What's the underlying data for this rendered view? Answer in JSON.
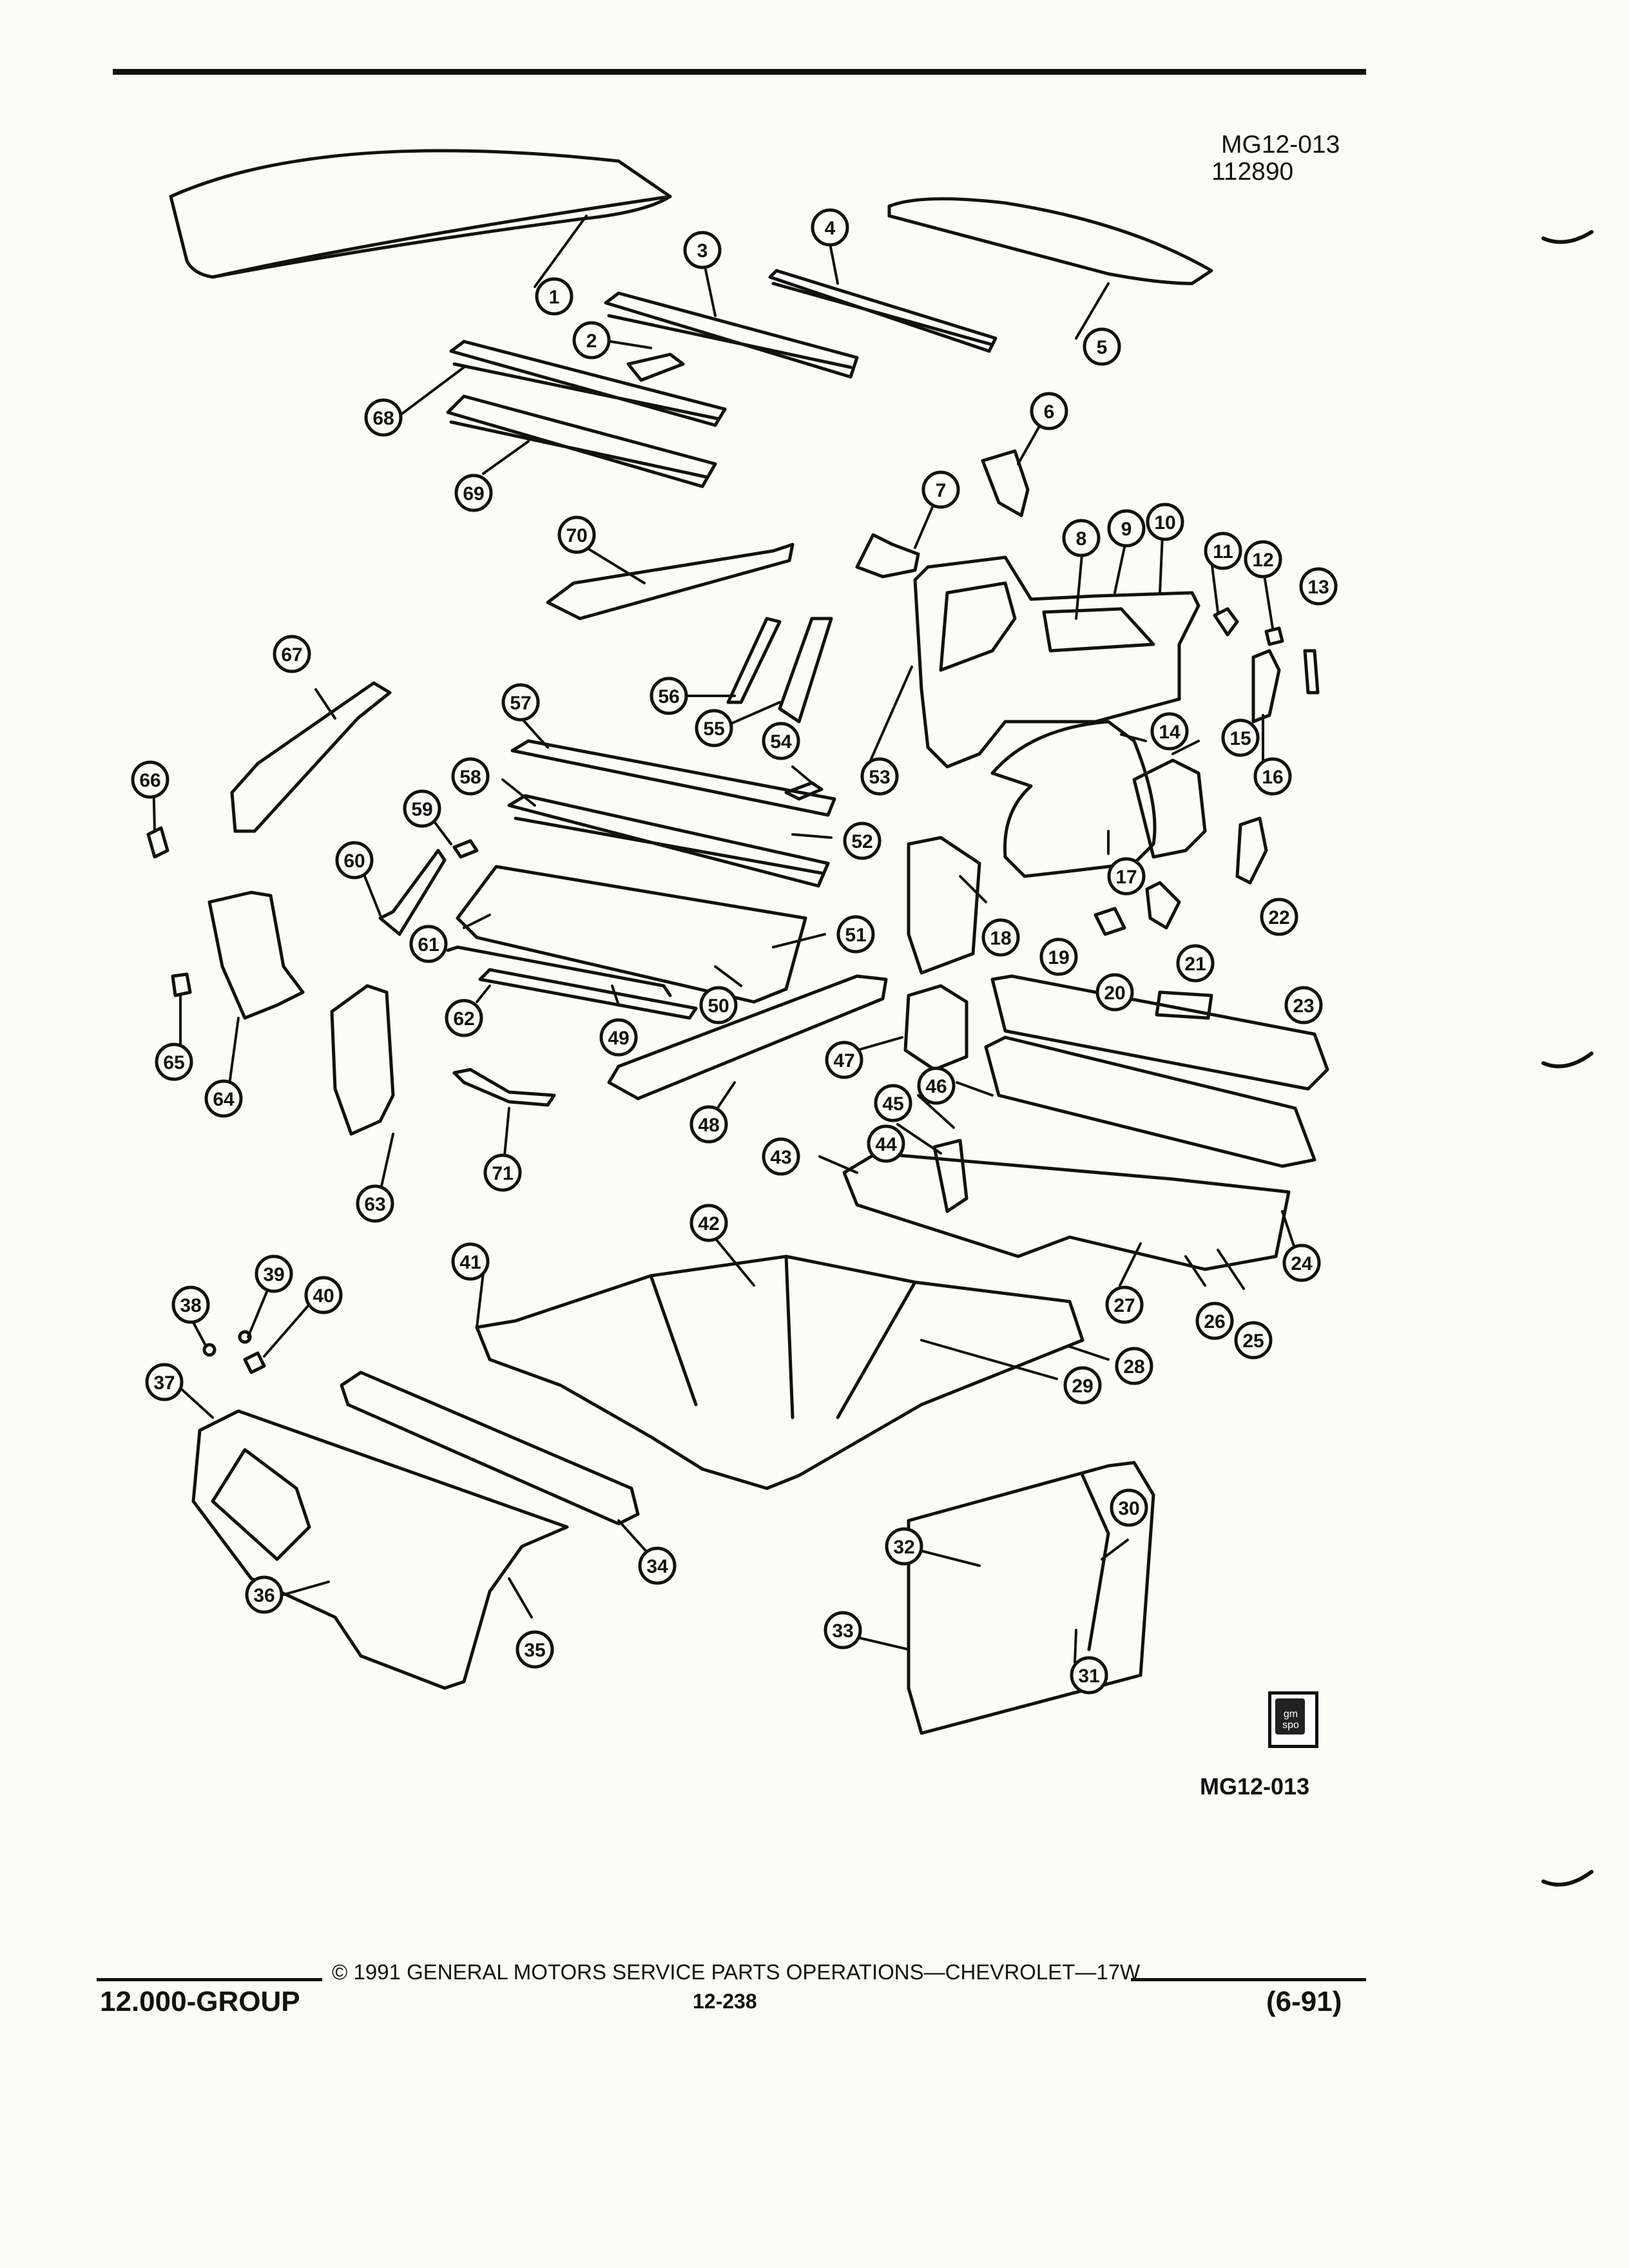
{
  "header": {
    "drawing_code": "MG12-013",
    "date_code": "112890"
  },
  "figure": {
    "caption_code": "MG12-013",
    "logo_text": "gm spo",
    "callouts": [
      {
        "id": "1",
        "label": "1"
      },
      {
        "id": "2",
        "label": "2"
      },
      {
        "id": "3",
        "label": "3"
      },
      {
        "id": "4",
        "label": "4"
      },
      {
        "id": "5",
        "label": "5"
      },
      {
        "id": "6",
        "label": "6"
      },
      {
        "id": "7",
        "label": "7"
      },
      {
        "id": "8",
        "label": "8"
      },
      {
        "id": "9",
        "label": "9"
      },
      {
        "id": "10",
        "label": "10"
      },
      {
        "id": "11",
        "label": "11"
      },
      {
        "id": "12",
        "label": "12"
      },
      {
        "id": "13",
        "label": "13"
      },
      {
        "id": "14",
        "label": "14"
      },
      {
        "id": "15",
        "label": "15"
      },
      {
        "id": "16",
        "label": "16"
      },
      {
        "id": "17",
        "label": "17"
      },
      {
        "id": "18",
        "label": "18"
      },
      {
        "id": "19",
        "label": "19"
      },
      {
        "id": "20",
        "label": "20"
      },
      {
        "id": "21",
        "label": "21"
      },
      {
        "id": "22",
        "label": "22"
      },
      {
        "id": "23",
        "label": "23"
      },
      {
        "id": "24",
        "label": "24"
      },
      {
        "id": "25",
        "label": "25"
      },
      {
        "id": "26",
        "label": "26"
      },
      {
        "id": "27",
        "label": "27"
      },
      {
        "id": "28",
        "label": "28"
      },
      {
        "id": "29",
        "label": "29"
      },
      {
        "id": "30",
        "label": "30"
      },
      {
        "id": "31",
        "label": "31"
      },
      {
        "id": "32",
        "label": "32"
      },
      {
        "id": "33",
        "label": "33"
      },
      {
        "id": "34",
        "label": "34"
      },
      {
        "id": "35",
        "label": "35"
      },
      {
        "id": "36",
        "label": "36"
      },
      {
        "id": "37",
        "label": "37"
      },
      {
        "id": "38",
        "label": "38"
      },
      {
        "id": "39",
        "label": "39"
      },
      {
        "id": "40",
        "label": "40"
      },
      {
        "id": "41",
        "label": "41"
      },
      {
        "id": "42",
        "label": "42"
      },
      {
        "id": "43",
        "label": "43"
      },
      {
        "id": "44",
        "label": "44"
      },
      {
        "id": "45",
        "label": "45"
      },
      {
        "id": "46",
        "label": "46"
      },
      {
        "id": "47",
        "label": "47"
      },
      {
        "id": "48",
        "label": "48"
      },
      {
        "id": "49",
        "label": "49"
      },
      {
        "id": "50",
        "label": "50"
      },
      {
        "id": "51",
        "label": "51"
      },
      {
        "id": "52",
        "label": "52"
      },
      {
        "id": "53",
        "label": "53"
      },
      {
        "id": "54",
        "label": "54"
      },
      {
        "id": "55",
        "label": "55"
      },
      {
        "id": "56",
        "label": "56"
      },
      {
        "id": "57",
        "label": "57"
      },
      {
        "id": "58",
        "label": "58"
      },
      {
        "id": "59",
        "label": "59"
      },
      {
        "id": "60",
        "label": "60"
      },
      {
        "id": "61",
        "label": "61"
      },
      {
        "id": "62",
        "label": "62"
      },
      {
        "id": "63",
        "label": "63"
      },
      {
        "id": "64",
        "label": "64"
      },
      {
        "id": "65",
        "label": "65"
      },
      {
        "id": "66",
        "label": "66"
      },
      {
        "id": "67",
        "label": "67"
      },
      {
        "id": "68",
        "label": "68"
      },
      {
        "id": "69",
        "label": "69"
      },
      {
        "id": "70",
        "label": "70"
      },
      {
        "id": "71",
        "label": "71"
      }
    ]
  },
  "footer": {
    "copyright": "© 1991 GENERAL MOTORS SERVICE PARTS OPERATIONS—CHEVROLET—17W",
    "group": "12.000-GROUP",
    "page_number": "12-238",
    "revision": "(6-91)"
  },
  "colors": {
    "ink": "#111111",
    "paper": "#fbfbf8"
  }
}
